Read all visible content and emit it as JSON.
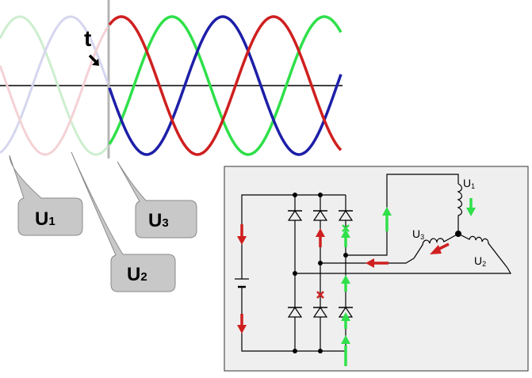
{
  "waveform": {
    "time_label": "t",
    "series": [
      {
        "color": "#2fe04a",
        "faded": "#cdeecf"
      },
      {
        "color": "#1d1fa8",
        "faded": "#d6d6ef"
      },
      {
        "color": "#cf1f1f",
        "faded": "#f4d2d6"
      }
    ]
  },
  "callouts": {
    "u1": {
      "base": "U",
      "sub": "1"
    },
    "u2": {
      "base": "U",
      "sub": "2"
    },
    "u3": {
      "base": "U",
      "sub": "3"
    }
  },
  "circuit": {
    "winding_u1": {
      "base": "U",
      "sub": "1"
    },
    "winding_u2": {
      "base": "U",
      "sub": "2"
    },
    "winding_u3": {
      "base": "U",
      "sub": "3"
    }
  },
  "colors": {
    "green": "#2fe04a",
    "red": "#cf1f1f",
    "blue": "#1d1fa8",
    "callout_fill": "#c8c8c8",
    "panel_fill": "#efefef"
  }
}
